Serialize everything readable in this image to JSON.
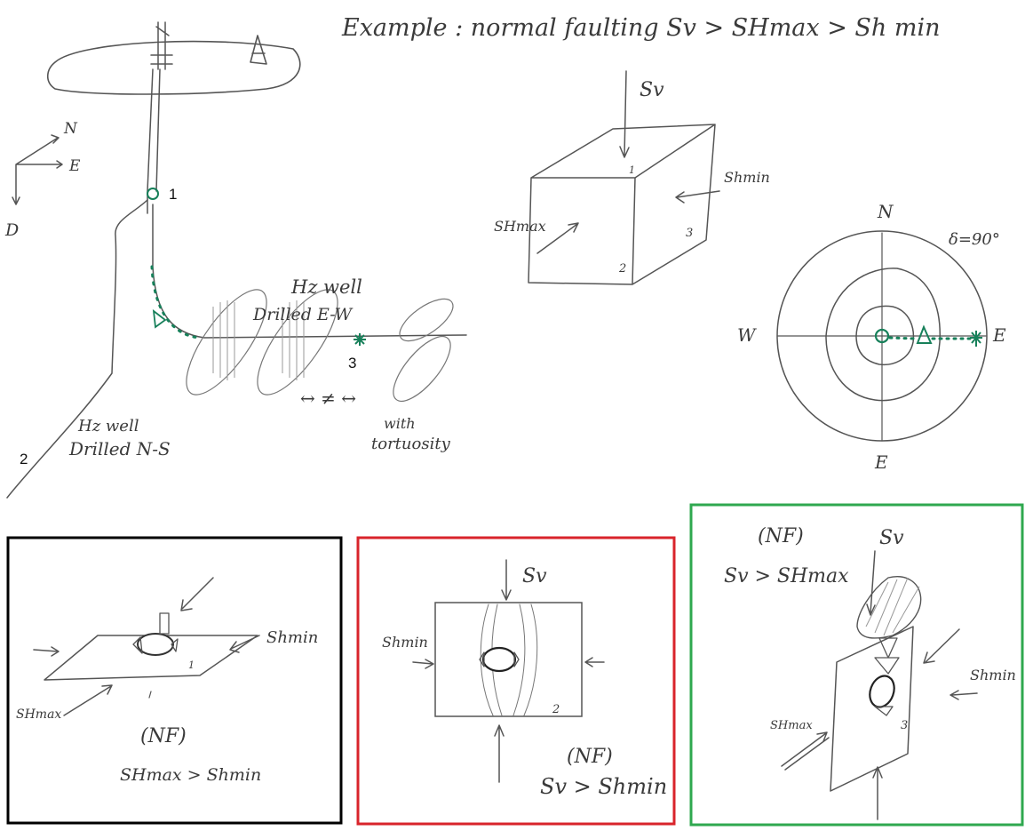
{
  "title": "Example : normal faulting Sv > SHmax > Sh min",
  "compass": {
    "north": "N",
    "east": "E",
    "down": "D"
  },
  "wells": {
    "ns_well_label_line1": "Hz well",
    "ns_well_label_line2": "Drilled N-S",
    "ew_well_label_line1": "Hz well",
    "ew_well_label_line2": "Drilled E-W",
    "neq_label": "↔ ≠ ↔",
    "tortuosity_line1": "with",
    "tortuosity_line2": "tortuosity"
  },
  "markers": {
    "p1": "1",
    "p2": "2",
    "p3": "3"
  },
  "stress_cube": {
    "sv": "Sv",
    "shmin": "Shmin",
    "shmax": "SHmax",
    "face1": "1",
    "face2": "2",
    "face3": "3"
  },
  "stereonet": {
    "north": "N",
    "south": "E",
    "west": "W",
    "east": "E",
    "dip_label": "δ=90°"
  },
  "panel_black": {
    "shmin": "Shmin",
    "shmax": "SHmax",
    "face": "1",
    "regime": "(NF)",
    "relation": "SHmax > Shmin",
    "border_color": "#000000"
  },
  "panel_red": {
    "sv": "Sv",
    "shmin": "Shmin",
    "face": "2",
    "regime": "(NF)",
    "relation": "Sv > Shmin",
    "border_color": "#d9242b"
  },
  "panel_green": {
    "regime": "(NF)",
    "relation": "Sv > SHmax",
    "sv": "Sv",
    "shmin": "Shmin",
    "shmax": "SHmax",
    "face": "3",
    "border_color": "#2fa84f"
  }
}
